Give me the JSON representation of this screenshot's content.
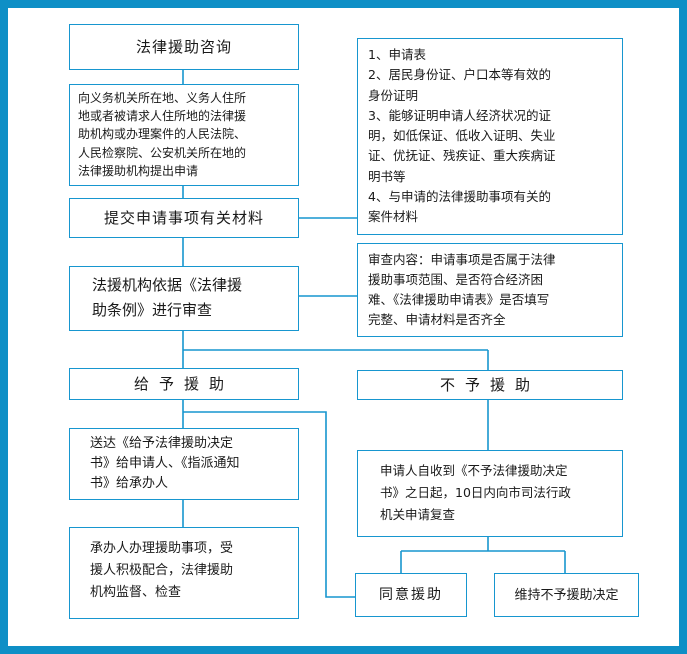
{
  "boxes": {
    "consult": "法律援助咨询",
    "apply_to": [
      "向义务机关所在地、义务人住所",
      "地或者被请求人住所地的法律援",
      "助机构或办理案件的人民法院、",
      "人民检察院、公安机关所在地的",
      "法律援助机构提出申请"
    ],
    "submit": "提交申请事项有关材料",
    "materials": [
      "1、申请表",
      "2、居民身份证、户口本等有效的",
      "身份证明",
      "3、能够证明申请人经济状况的证",
      "明，如低保证、低收入证明、失业",
      "证、优抚证、残疾证、重大疾病证",
      "明书等",
      "4、与申请的法律援助事项有关的",
      "案件材料"
    ],
    "review": [
      "法援机构依据《法律援",
      "助条例》进行审查"
    ],
    "review_content": [
      "审查内容：申请事项是否属于法律",
      "援助事项范围、是否符合经济困",
      "难、《法律援助申请表》是否填写",
      "完整、申请材料是否齐全"
    ],
    "grant": "给予援助",
    "deny": "不予援助",
    "deliver": [
      "送达《给予法律援助决定",
      "书》给申请人、《指派通知",
      "书》给承办人"
    ],
    "handle": [
      "承办人办理援助事项，受",
      "援人积极配合，法律援助",
      "机构监督、检查"
    ],
    "reconsider": [
      "申请人自收到《不予法律援助决定",
      "书》之日起，10日内向市司法行政",
      "机关申请复查"
    ],
    "agree": "同意援助",
    "maintain": "维持不予援助决定"
  },
  "colors": {
    "frame": "#0e8fc6",
    "border": "#1796cf",
    "text": "#1a1a1a"
  }
}
